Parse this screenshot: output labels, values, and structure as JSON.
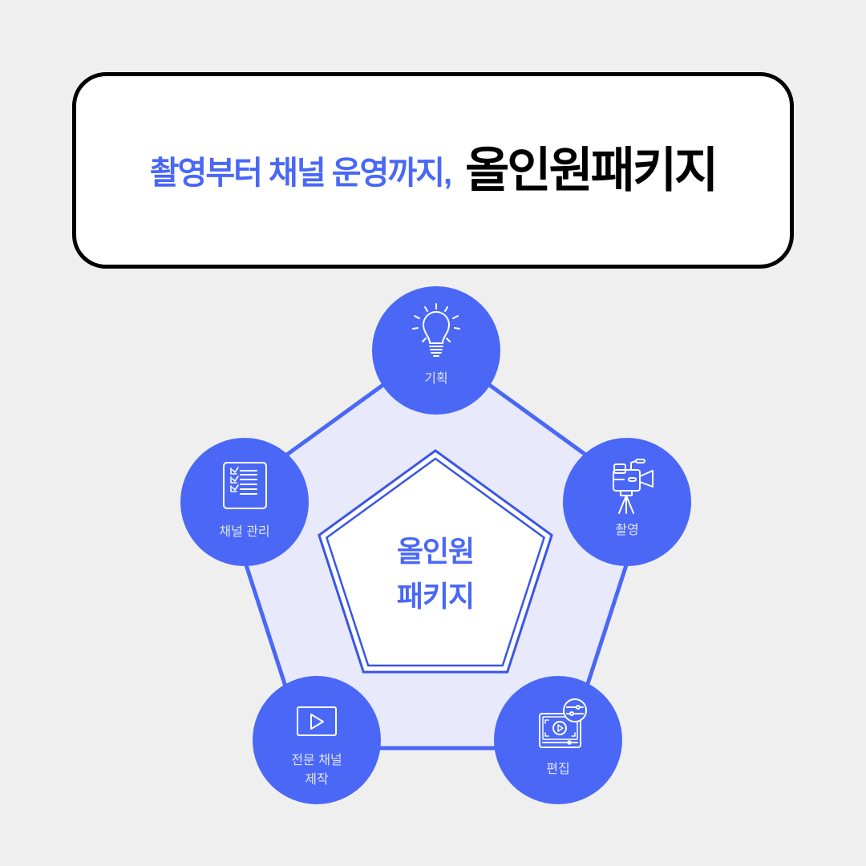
{
  "title": {
    "highlight": "촬영부터 채널 운영까지,",
    "main": "올인원패키지"
  },
  "center": {
    "line1": "올인원",
    "line2": "패키지"
  },
  "nodes": [
    {
      "id": "planning",
      "label": "기획",
      "icon": "lightbulb-icon"
    },
    {
      "id": "filming",
      "label": "촬영",
      "icon": "video-camera-tripod-icon"
    },
    {
      "id": "editing",
      "label": "편집",
      "icon": "video-editing-icon"
    },
    {
      "id": "channel-production",
      "label": "전문 채널",
      "label_line2": "제작",
      "icon": "play-button-icon"
    },
    {
      "id": "channel-management",
      "label": "채널 관리",
      "icon": "checklist-icon"
    }
  ],
  "colors": {
    "accent": "#4a68f5",
    "background": "#efefef",
    "pentagon_fill": "#e8e9fb",
    "title_text": "#000000",
    "card_background": "#ffffff"
  }
}
